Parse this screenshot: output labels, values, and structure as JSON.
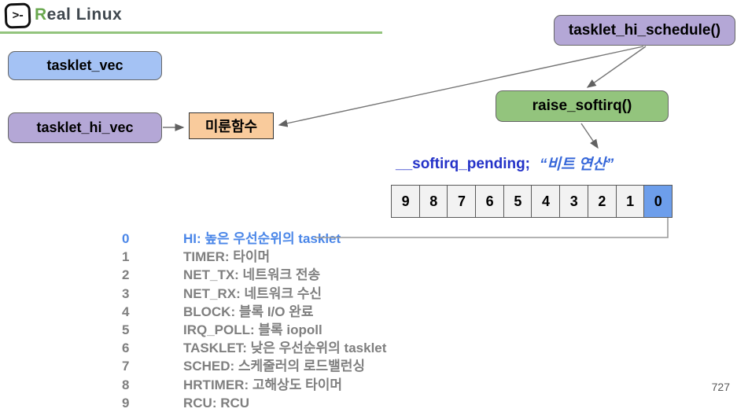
{
  "header": {
    "logo_glyph": ">-",
    "brand_initial": "R",
    "brand_rest": "eal Linux"
  },
  "diagram": {
    "tasklet_vec_label": "tasklet_vec",
    "tasklet_hi_vec_label": "tasklet_hi_vec",
    "deferred_function_label": "미룬함수",
    "tasklet_hi_schedule_label": "tasklet_hi_schedule()",
    "raise_softirq_label": "raise_softirq()",
    "pending_var_label": "__softirq_pending;",
    "bit_operation_note": "“비트 연산”"
  },
  "bit_row": {
    "cells": [
      "9",
      "8",
      "7",
      "6",
      "5",
      "4",
      "3",
      "2",
      "1",
      "0"
    ],
    "highlighted_bit": "0"
  },
  "softirq_list": {
    "rows": [
      {
        "num": "0",
        "label": "HI: 높은 우선순위의 tasklet"
      },
      {
        "num": "1",
        "label": "TIMER: 타이머"
      },
      {
        "num": "2",
        "label": "NET_TX: 네트워크 전송"
      },
      {
        "num": "3",
        "label": "NET_RX: 네트워크 수신"
      },
      {
        "num": "4",
        "label": "BLOCK: 블록 I/O 완료"
      },
      {
        "num": "5",
        "label": "IRQ_POLL: 블록 iopoll"
      },
      {
        "num": "6",
        "label": "TASKLET: 낮은 우선순위의 tasklet"
      },
      {
        "num": "7",
        "label": "SCHED: 스케줄러의 로드밸런싱"
      },
      {
        "num": "8",
        "label": "HRTIMER: 고해상도 타이머"
      },
      {
        "num": "9",
        "label": "RCU: RCU"
      }
    ]
  },
  "page": {
    "number": "727"
  },
  "colors": {
    "light_blue_box": "#A4C2F4",
    "purple_box": "#B4A7D6",
    "green_box": "#93C47D",
    "orange_box": "#F9CB9C",
    "bit_highlight": "#6D9EEB",
    "bit_cell_bg": "#F2F2F2",
    "accent_green": "#6AA84F",
    "pending_text_blue": "#2432C8",
    "list_gray": "#7F7F7F",
    "list_highlight_blue": "#4A86E8"
  }
}
